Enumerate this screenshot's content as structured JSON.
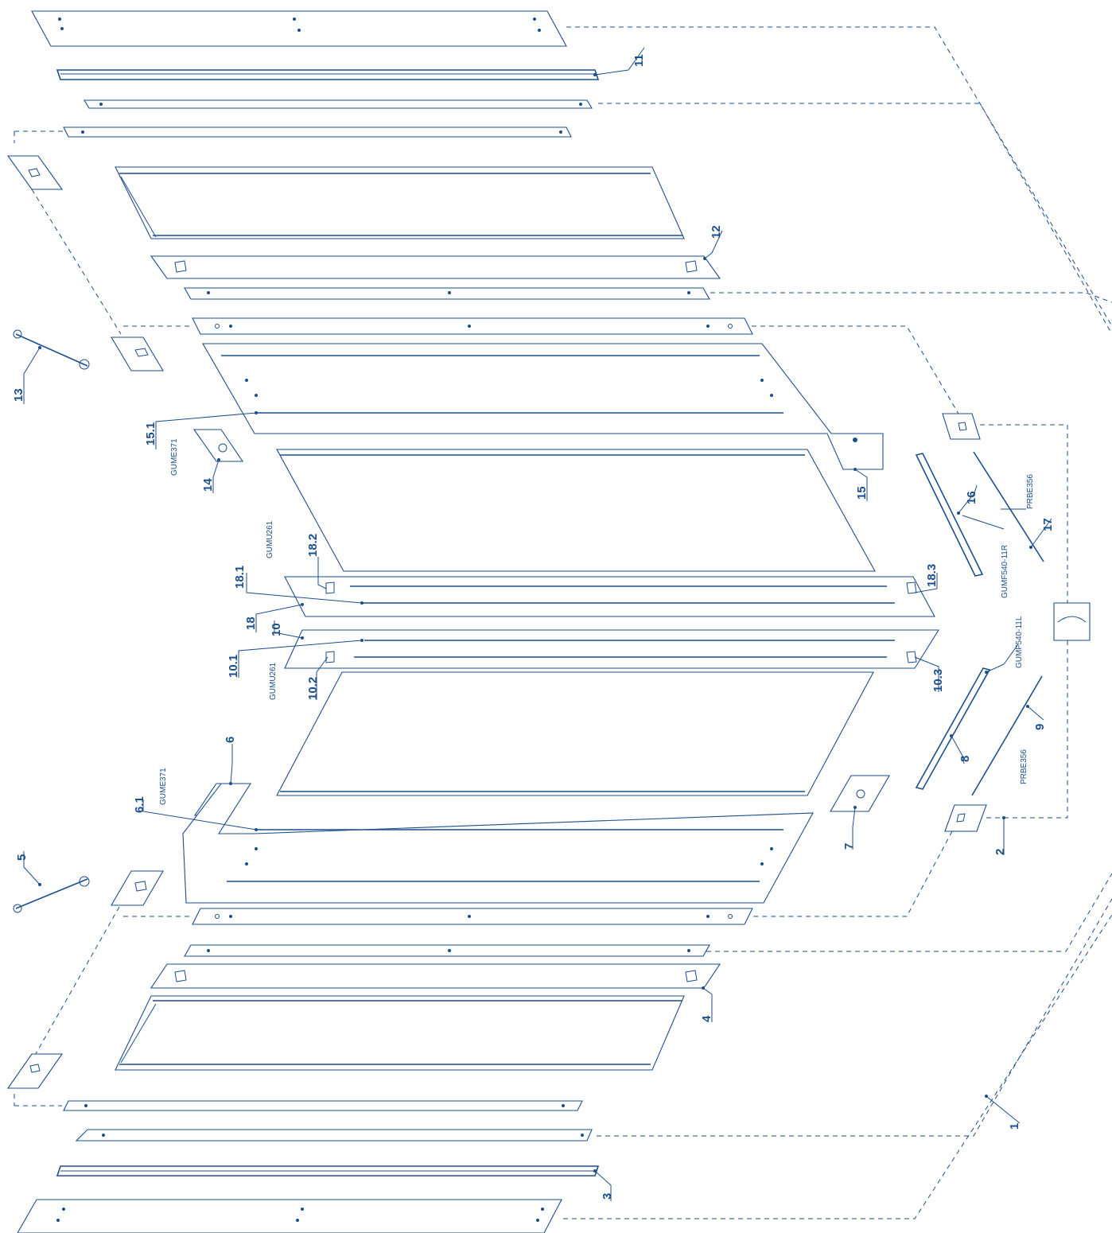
{
  "callouts": {
    "c1": "1",
    "c2": "2",
    "c3": "3",
    "c4": "4",
    "c5": "5",
    "c6": "6",
    "c6_1": "6.1",
    "c7": "7",
    "c8": "8",
    "c9": "9",
    "c10": "10",
    "c10_1": "10.1",
    "c10_2": "10.2",
    "c10_3": "10.3",
    "c11": "11",
    "c12": "12",
    "c13": "13",
    "c14": "14",
    "c15": "15",
    "c15_1": "15.1",
    "c16": "16",
    "c17": "17",
    "c18": "18",
    "c18_1": "18.1",
    "c18_2": "18.2",
    "c18_3": "18.3"
  },
  "codes": {
    "gume371_top": "GUME371",
    "gume371_bottom": "GUME371",
    "gumu261_top": "GUMU261",
    "gumu261_bottom": "GUMU261",
    "gumf540_11r": "GUMF540-11R",
    "gumf540_11l": "GUMF540-11L",
    "prbe356_top": "PRBE356",
    "prbe356_bottom": "PRBE356"
  },
  "colors": {
    "line": "#1c4e8c",
    "background": "#ffffff"
  }
}
